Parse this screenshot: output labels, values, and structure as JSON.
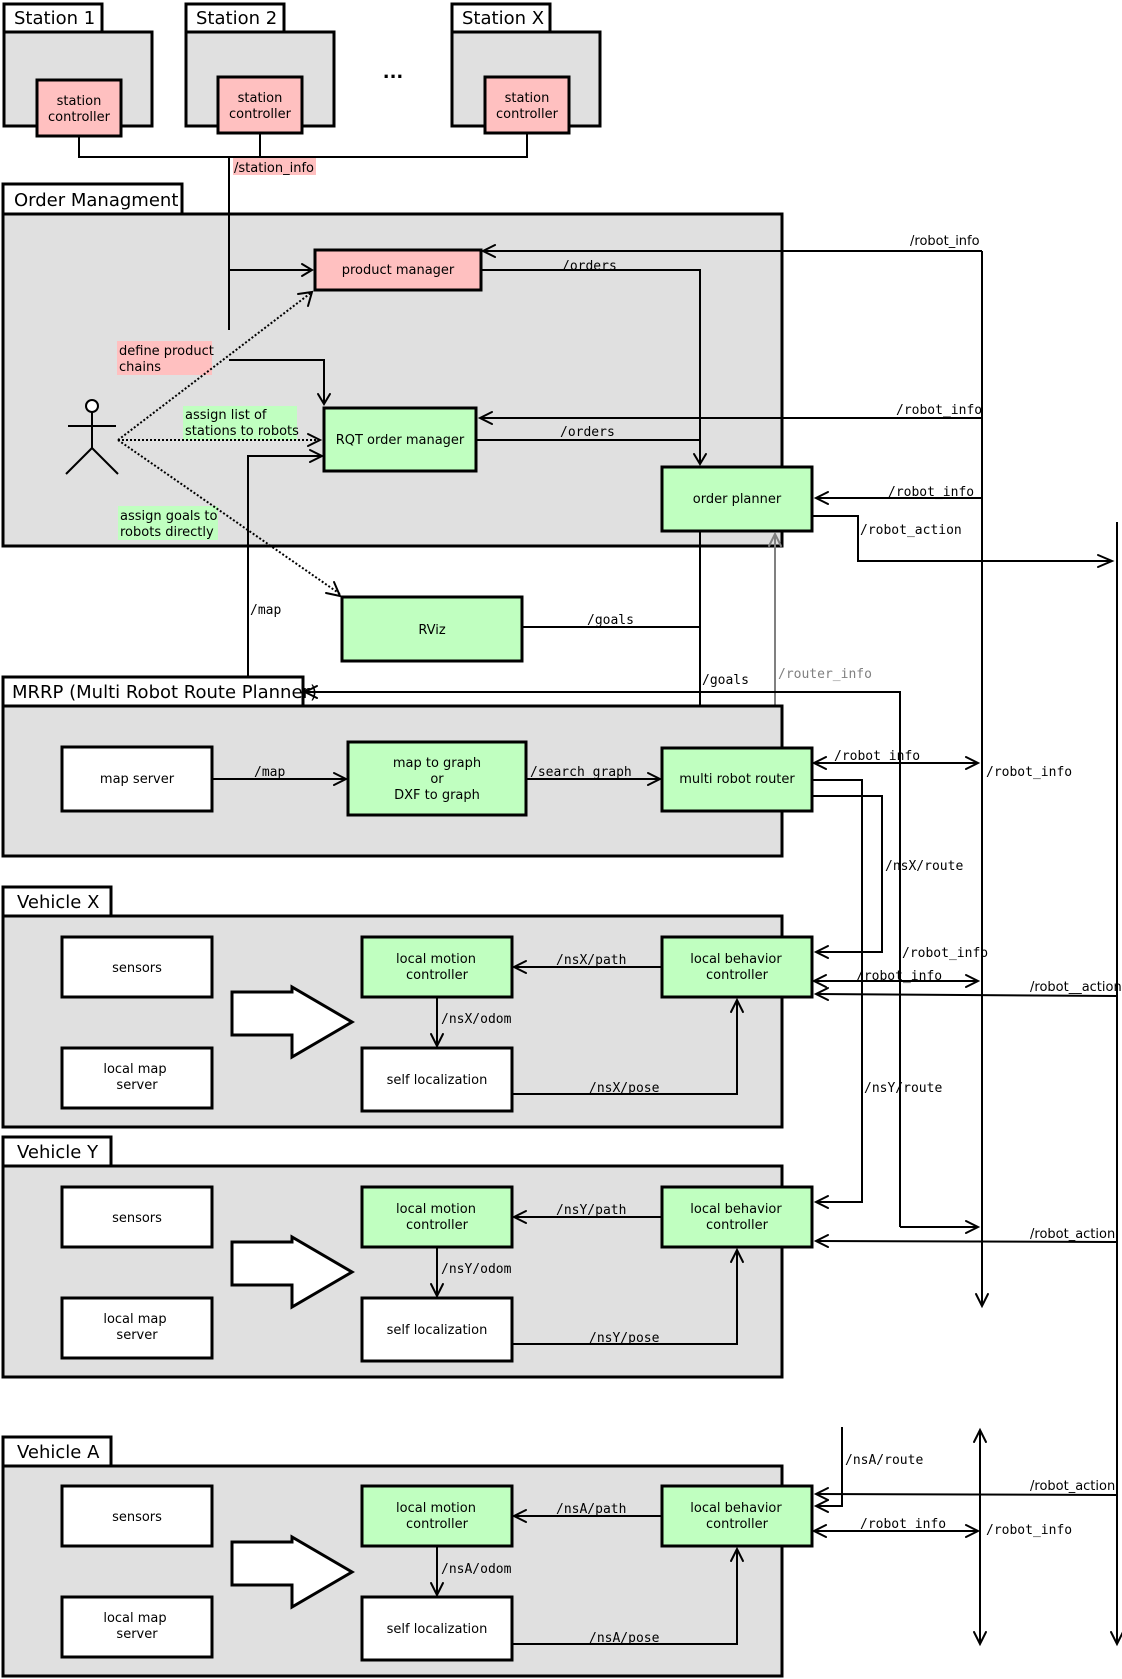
{
  "stations": [
    {
      "title": "Station 1",
      "controller": [
        "station",
        "controller"
      ]
    },
    {
      "title": "Station 2",
      "controller": [
        "station",
        "controller"
      ]
    },
    {
      "title": "Station X",
      "controller": [
        "station",
        "controller"
      ]
    }
  ],
  "ellipsis": "...",
  "order_management": {
    "title": "Order Managment",
    "product_manager": "product manager",
    "rqt_order_manager": "RQT order manager",
    "order_planner": "order planner",
    "notes": {
      "define_chains": [
        "define product",
        "chains"
      ],
      "assign_stations": [
        "assign list of",
        "stations to robots"
      ],
      "assign_goals": [
        "assign goals to",
        "robots directly"
      ]
    }
  },
  "rviz": "RViz",
  "mrrp": {
    "title": "MRRP (Multi Robot Route Planner)",
    "map_server": "map server",
    "map_to_graph": [
      "map to graph",
      "or",
      "DXF to graph"
    ],
    "multi_robot_router": "multi robot router"
  },
  "vehicles": [
    {
      "title": "Vehicle X",
      "sensors": "sensors",
      "local_map_server": [
        "local map",
        "server"
      ],
      "local_motion_controller": [
        "local motion",
        "controller"
      ],
      "local_behavior_controller": [
        "local behavior",
        "controller"
      ],
      "self_localization": "self localization",
      "path": "/nsX/path",
      "odom": "/nsX/odom",
      "pose": "/nsX/pose"
    },
    {
      "title": "Vehicle Y",
      "sensors": "sensors",
      "local_map_server": [
        "local map",
        "server"
      ],
      "local_motion_controller": [
        "local motion",
        "controller"
      ],
      "local_behavior_controller": [
        "local behavior",
        "controller"
      ],
      "self_localization": "self localization",
      "path": "/nsY/path",
      "odom": "/nsY/odom",
      "pose": "/nsY/pose"
    },
    {
      "title": "Vehicle A",
      "sensors": "sensors",
      "local_map_server": [
        "local map",
        "server"
      ],
      "local_motion_controller": [
        "local motion",
        "controller"
      ],
      "local_behavior_controller": [
        "local behavior",
        "controller"
      ],
      "self_localization": "self localization",
      "path": "/nsA/path",
      "odom": "/nsA/odom",
      "pose": "/nsA/pose"
    }
  ],
  "topics": {
    "station_info": "/station_info",
    "robot_info": "/robot_info",
    "robot_info_spaced": "/robot_info",
    "orders": "/orders",
    "robot_action": "/robot_action",
    "robot_action_alt": "/robot__action",
    "map": "/map",
    "goals": "/goals",
    "router_info": "/router_info",
    "search_graph": "/search_graph",
    "nsX_route": "/nsX/route",
    "nsY_route": "/nsY/route",
    "nsA_route": "/nsA/route",
    "robot_info_line": "/robot_info"
  },
  "colors": {
    "group_fill": "#e0e0e0",
    "green_box": "#c0ffc0",
    "pink_box": "#ffc0c0",
    "gray_line": "#808080"
  }
}
